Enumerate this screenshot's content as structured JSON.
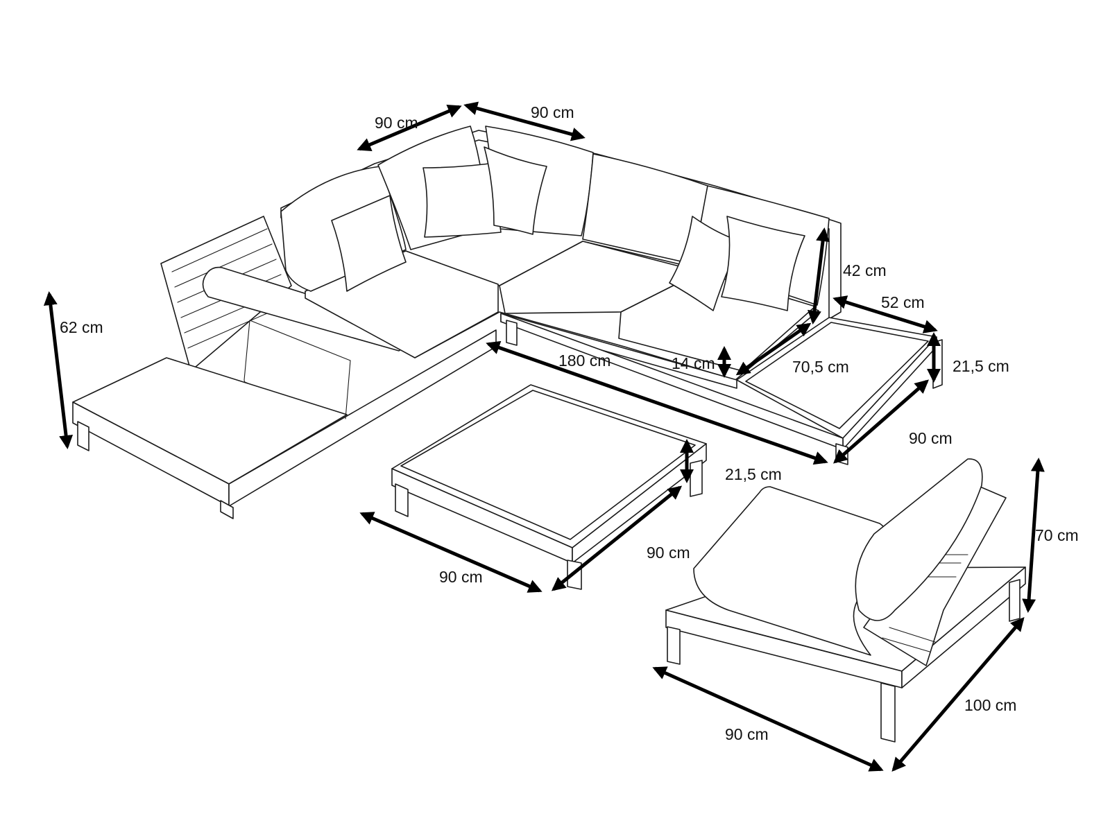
{
  "colors": {
    "line": "#1a1a1a",
    "dimension": "#000000",
    "background": "#ffffff"
  },
  "dimensions": {
    "corner_left_width": "90 cm",
    "corner_right_width": "90 cm",
    "lounger_height": "62 cm",
    "backrest_height": "42 cm",
    "side_table_depth": "52 cm",
    "sofa_length": "180 cm",
    "seat_height": "14 cm",
    "seat_depth": "70,5 cm",
    "side_table_height": "21,5 cm",
    "sofa_depth": "90 cm",
    "coffee_table_height": "21,5 cm",
    "coffee_table_depth": "90 cm",
    "coffee_table_width": "90 cm",
    "chair_height": "70 cm",
    "chair_width": "90 cm",
    "chair_depth": "100 cm"
  }
}
